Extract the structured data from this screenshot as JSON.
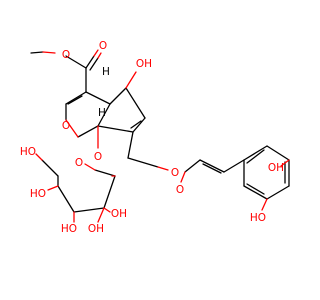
{
  "colors": {
    "bond": "#000000",
    "oxygen": "#ff0000",
    "background": "#ffffff"
  },
  "labels": {
    "ester_o_upper": "O",
    "ester_o_lower": "O",
    "hydroxyl_top": "OH",
    "stereo_h_upper": "H",
    "stereo_h_lower": "H",
    "ring_o": "O",
    "glycoside_o": "O",
    "cinnamoyl_o_ether": "O",
    "cinnamoyl_o_carbonyl": "O",
    "sugar_ring_o": "O",
    "ho_ch2": "HO",
    "ho_left": "HO",
    "oh_right": "OH",
    "ho_bottom": "HO",
    "oh_bottom": "OH",
    "oh_catechol_top": "OH",
    "ho_catechol_bottom": "HO"
  }
}
